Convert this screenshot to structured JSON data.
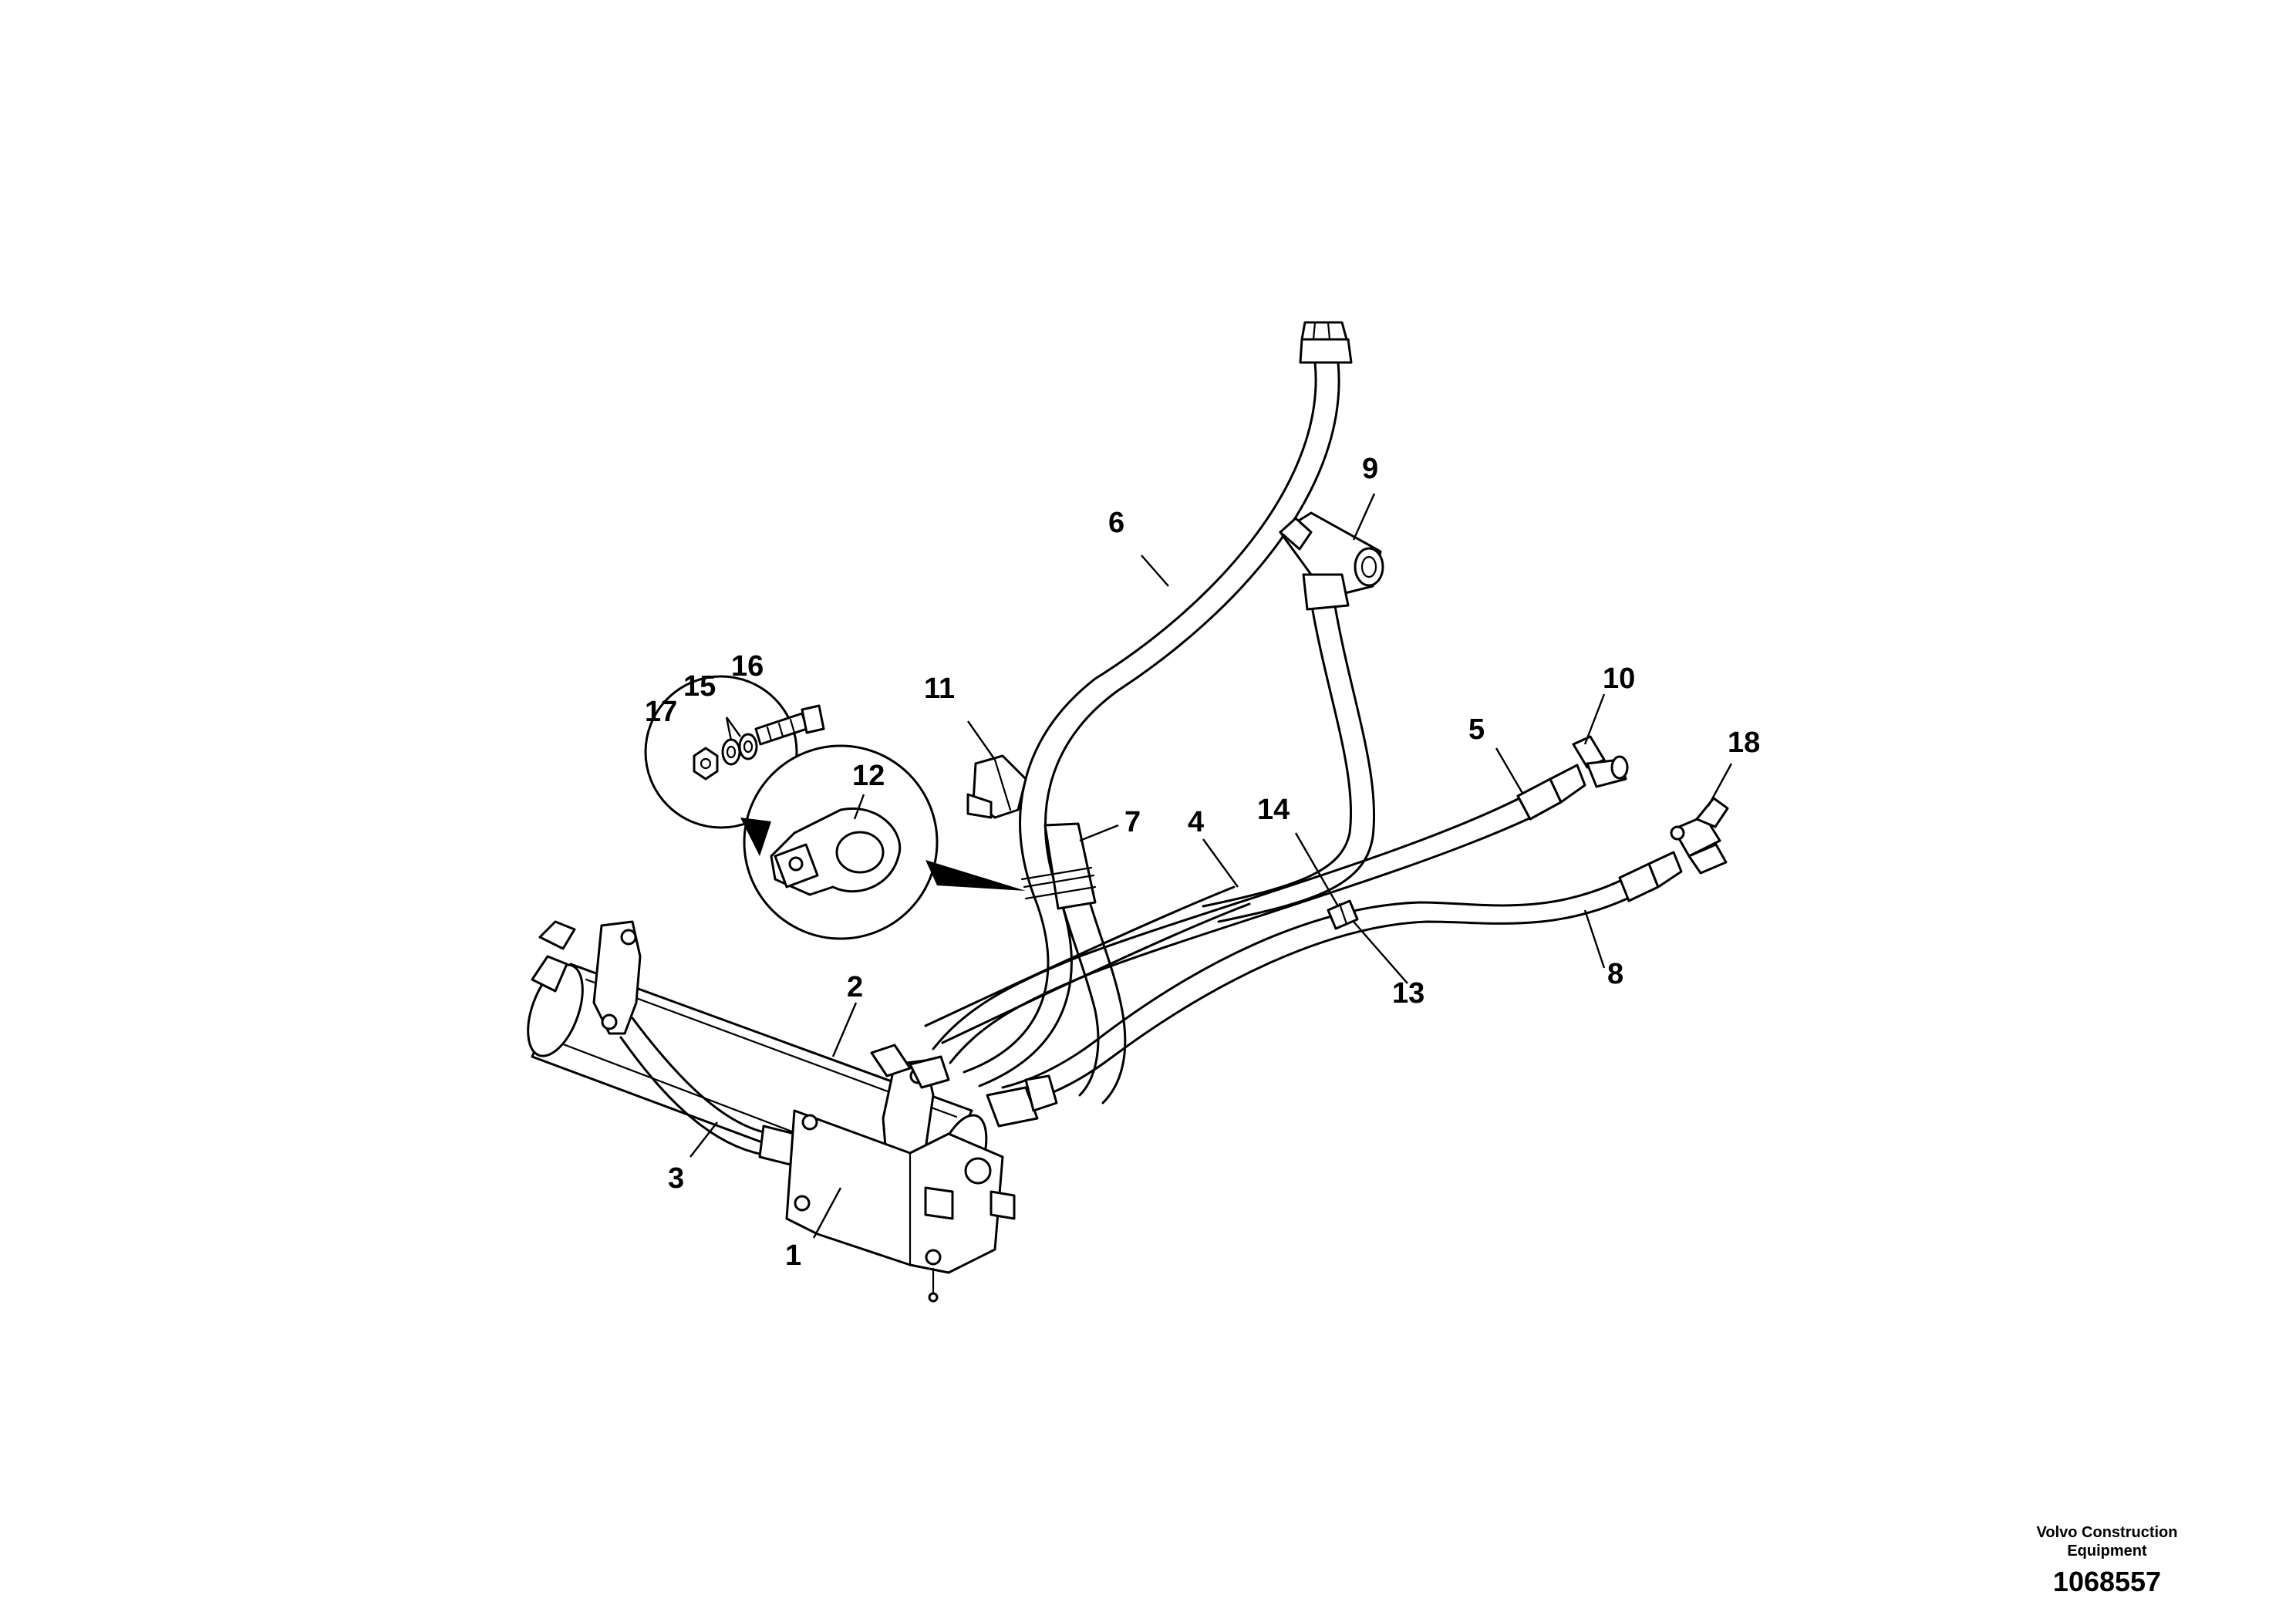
{
  "callouts": [
    "1",
    "2",
    "3",
    "4",
    "5",
    "6",
    "7",
    "8",
    "9",
    "10",
    "11",
    "12",
    "13",
    "14",
    "15",
    "16",
    "17",
    "18"
  ],
  "footer": {
    "brand_line1": "Volvo Construction",
    "brand_line2": "Equipment",
    "doc_number": "1068557"
  }
}
